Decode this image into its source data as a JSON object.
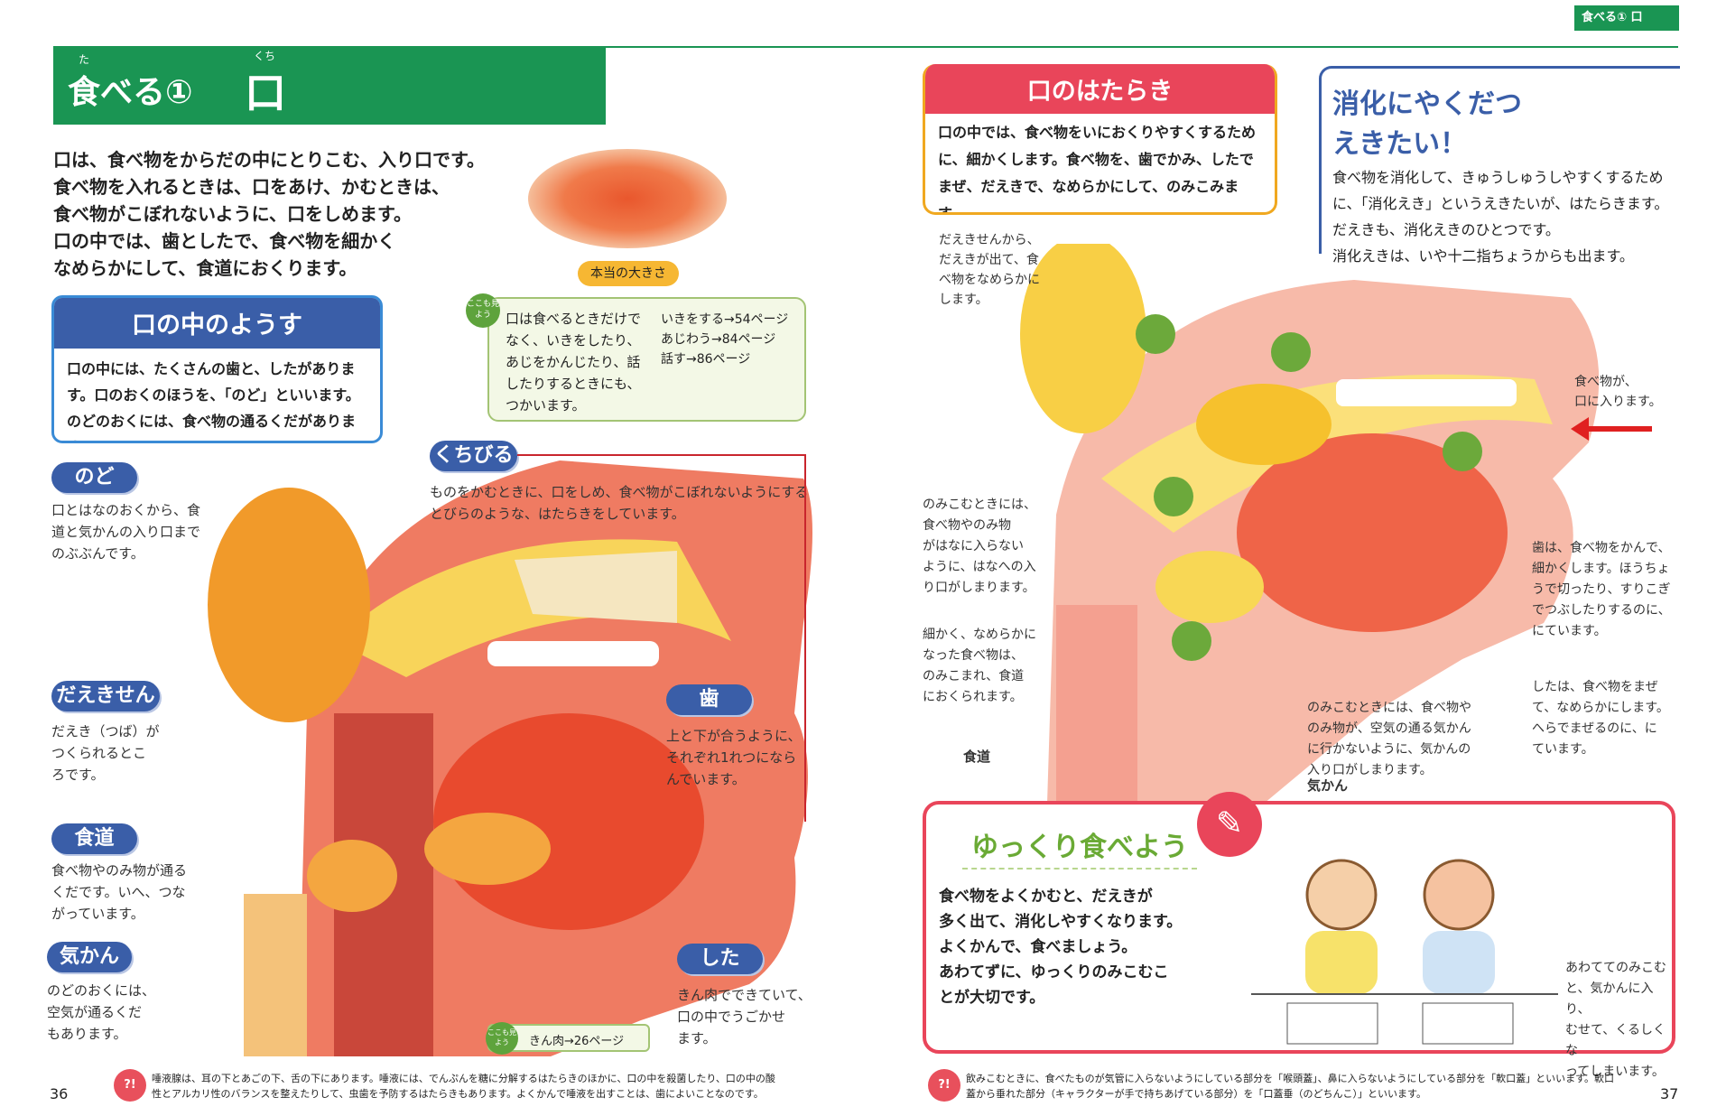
{
  "left_page": {
    "header": {
      "title": "食べる①",
      "title_ruby": "た",
      "subject": "口",
      "subject_ruby": "くち",
      "color": "#1a9553"
    },
    "intro": [
      "口は、食べ物をからだの中にとりこむ、入り口です。",
      "食べ物を入れるときは、口をあけ、かむときは、",
      "食べ物がこぼれないように、口をしめます。",
      "口の中では、歯としたで、食べ物を細かく",
      "なめらかにして、食道におくります。"
    ],
    "real_size_label": "本当の大きさ",
    "see_also": {
      "badge": "ここも見よう",
      "text": "口は食べるときだけでなく、いきをしたり、あじをかんじたり、話したりするときにも、つかいます。",
      "links": [
        "いきをする→54ページ",
        "あじわう→84ページ",
        "話す→86ページ"
      ]
    },
    "inside_box": {
      "title": "口の中のようす",
      "text": "口の中には、たくさんの歯と、したがあります。口のおくのほうを、「のど」といいます。のどのおくには、食べ物の通るくだがあります。"
    },
    "labels": [
      {
        "name": "のど",
        "text": "口とはなのおくから、食\n道と気かんの入り口まで\nのぶぶんです。"
      },
      {
        "name": "だえきせん",
        "text": "だえき（つば）が\nつくられるとこ\nろです。"
      },
      {
        "name": "食道",
        "text": "食べ物やのみ物が通る\nくだです。いへ、つな\nがっています。"
      },
      {
        "name": "気かん",
        "text": "のどのおくには、\n空気が通るくだ\nもあります。"
      },
      {
        "name": "くちびる",
        "text": "ものをかむときに、口をしめ、食べ物がこぼれないようにする\nとびらのような、はたらきをしています。"
      },
      {
        "name": "歯",
        "text": "上と下が合うように、\nそれぞれ1れつになら\nんでいます。"
      },
      {
        "name": "した",
        "text": "きん肉でできていて、\n口の中でうごかせ\nます。"
      }
    ],
    "muscle_ref": {
      "badge": "ここも見よう",
      "text": "きん肉→26ページ"
    },
    "footnote": "唾液腺は、耳の下とあごの下、舌の下にあります。唾液には、でんぷんを糖に分解するはたらきのほかに、口の中を殺菌したり、口の中の酸性とアルカリ性のバランスを整えたりして、虫歯を予防するはたらきもあります。よくかんで唾液を出すことは、歯によいことなのです。",
    "page_number": "36"
  },
  "right_page": {
    "tab": "食べる① 口",
    "work_box": {
      "title": "口のはたらき",
      "text": "口の中では、食べ物をいにおくりやすくするために、細かくします。食べ物を、歯でかみ、したでまぜ、だえきで、なめらかにして、のみこみます。"
    },
    "digest_box": {
      "title_1": "消化にやくだつ",
      "title_2": "えきたい！",
      "text": [
        "食べ物を消化して、きゅうしゅうしやすくするために、「消化えき」というえきたいが、はたらきます。",
        "だえきも、消化えきのひとつです。",
        "消化えきは、いや十二指ちょうからも出ます。"
      ]
    },
    "labels": {
      "saliva": "だえきせんから、\nだえきが出て、食\nべ物をなめらかに\nします。",
      "nose": "のみこむときには、\n食べ物やのみ物\nがはなに入らない\nように、はなへの入\nり口がしまります。",
      "swallow": "細かく、なめらかに\nなった食べ物は、\nのみこまれ、食道\nにおくられます。",
      "esophagus": "食道",
      "food_in": "食べ物が、\n口に入ります。",
      "teeth": "歯は、食べ物をかんで、\n細かくします。ほうちょ\nうで切ったり、すりこぎ\nでつぶしたりするのに、\nにています。",
      "tongue": "したは、食べ物をまぜ\nて、なめらかにします。\nへらでまぜるのに、に\nています。",
      "airway": "のみこむときには、食べ物や\nのみ物が、空気の通る気かん\nに行かないように、気かんの\n入り口がしまります。",
      "trachea": "気かん"
    },
    "slow_box": {
      "title": "ゆっくり食べよう",
      "text": [
        "食べ物をよくかむと、だえきが",
        "多く出て、消化しやすくなります。",
        "よくかんで、食べましょう。",
        "あわてずに、ゆっくりのみこむこ",
        "とが大切です。"
      ],
      "caption": "あわててのみこむ\nと、気かんに入り、\nむせて、くるしくな\nってしまいます。"
    },
    "footnote": "飲みこむときに、食べたものが気管に入らないようにしている部分を「喉頭蓋」、鼻に入らないようにしている部分を「軟口蓋」といいます。軟口蓋から垂れた部分（キャラクターが手で持ちあげている部分）を「口蓋垂（のどちんこ）」といいます。",
    "page_number": "37"
  }
}
